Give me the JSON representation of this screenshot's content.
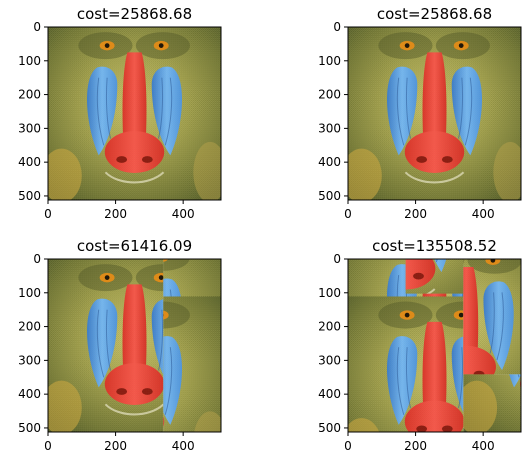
{
  "chart_data": [
    {
      "type": "image",
      "title": "cost=25868.68",
      "xlim": [
        0,
        512
      ],
      "ylim": [
        512,
        0
      ],
      "xticks": [
        0,
        200,
        400
      ],
      "yticks": [
        0,
        100,
        200,
        300,
        400,
        500
      ],
      "tile_grid": "1x1 original image"
    },
    {
      "type": "image",
      "title": "cost=25868.68",
      "xlim": [
        0,
        512
      ],
      "ylim": [
        512,
        0
      ],
      "xticks": [
        0,
        200,
        400
      ],
      "yticks": [
        0,
        100,
        200,
        300,
        400,
        500
      ],
      "tile_grid": "1x1 original image"
    },
    {
      "type": "image",
      "title": "cost=61416.09",
      "xlim": [
        0,
        512
      ],
      "ylim": [
        512,
        0
      ],
      "xticks": [
        0,
        200,
        400
      ],
      "yticks": [
        0,
        100,
        200,
        300,
        400,
        500
      ],
      "tile_grid": "3x3 shuffled tiles"
    },
    {
      "type": "image",
      "title": "cost=135508.52",
      "xlim": [
        0,
        512
      ],
      "ylim": [
        512,
        0
      ],
      "xticks": [
        0,
        200,
        400
      ],
      "yticks": [
        0,
        100,
        200,
        300,
        400,
        500
      ],
      "tile_grid": "3x3 shuffled tiles"
    }
  ],
  "colors": {
    "fur_light": "#b8b65a",
    "fur_dark": "#5c6a2a",
    "nose_red": "#ea4535",
    "cheek_blue": "#5aa0e6",
    "eye_orange": "#e08a16"
  }
}
